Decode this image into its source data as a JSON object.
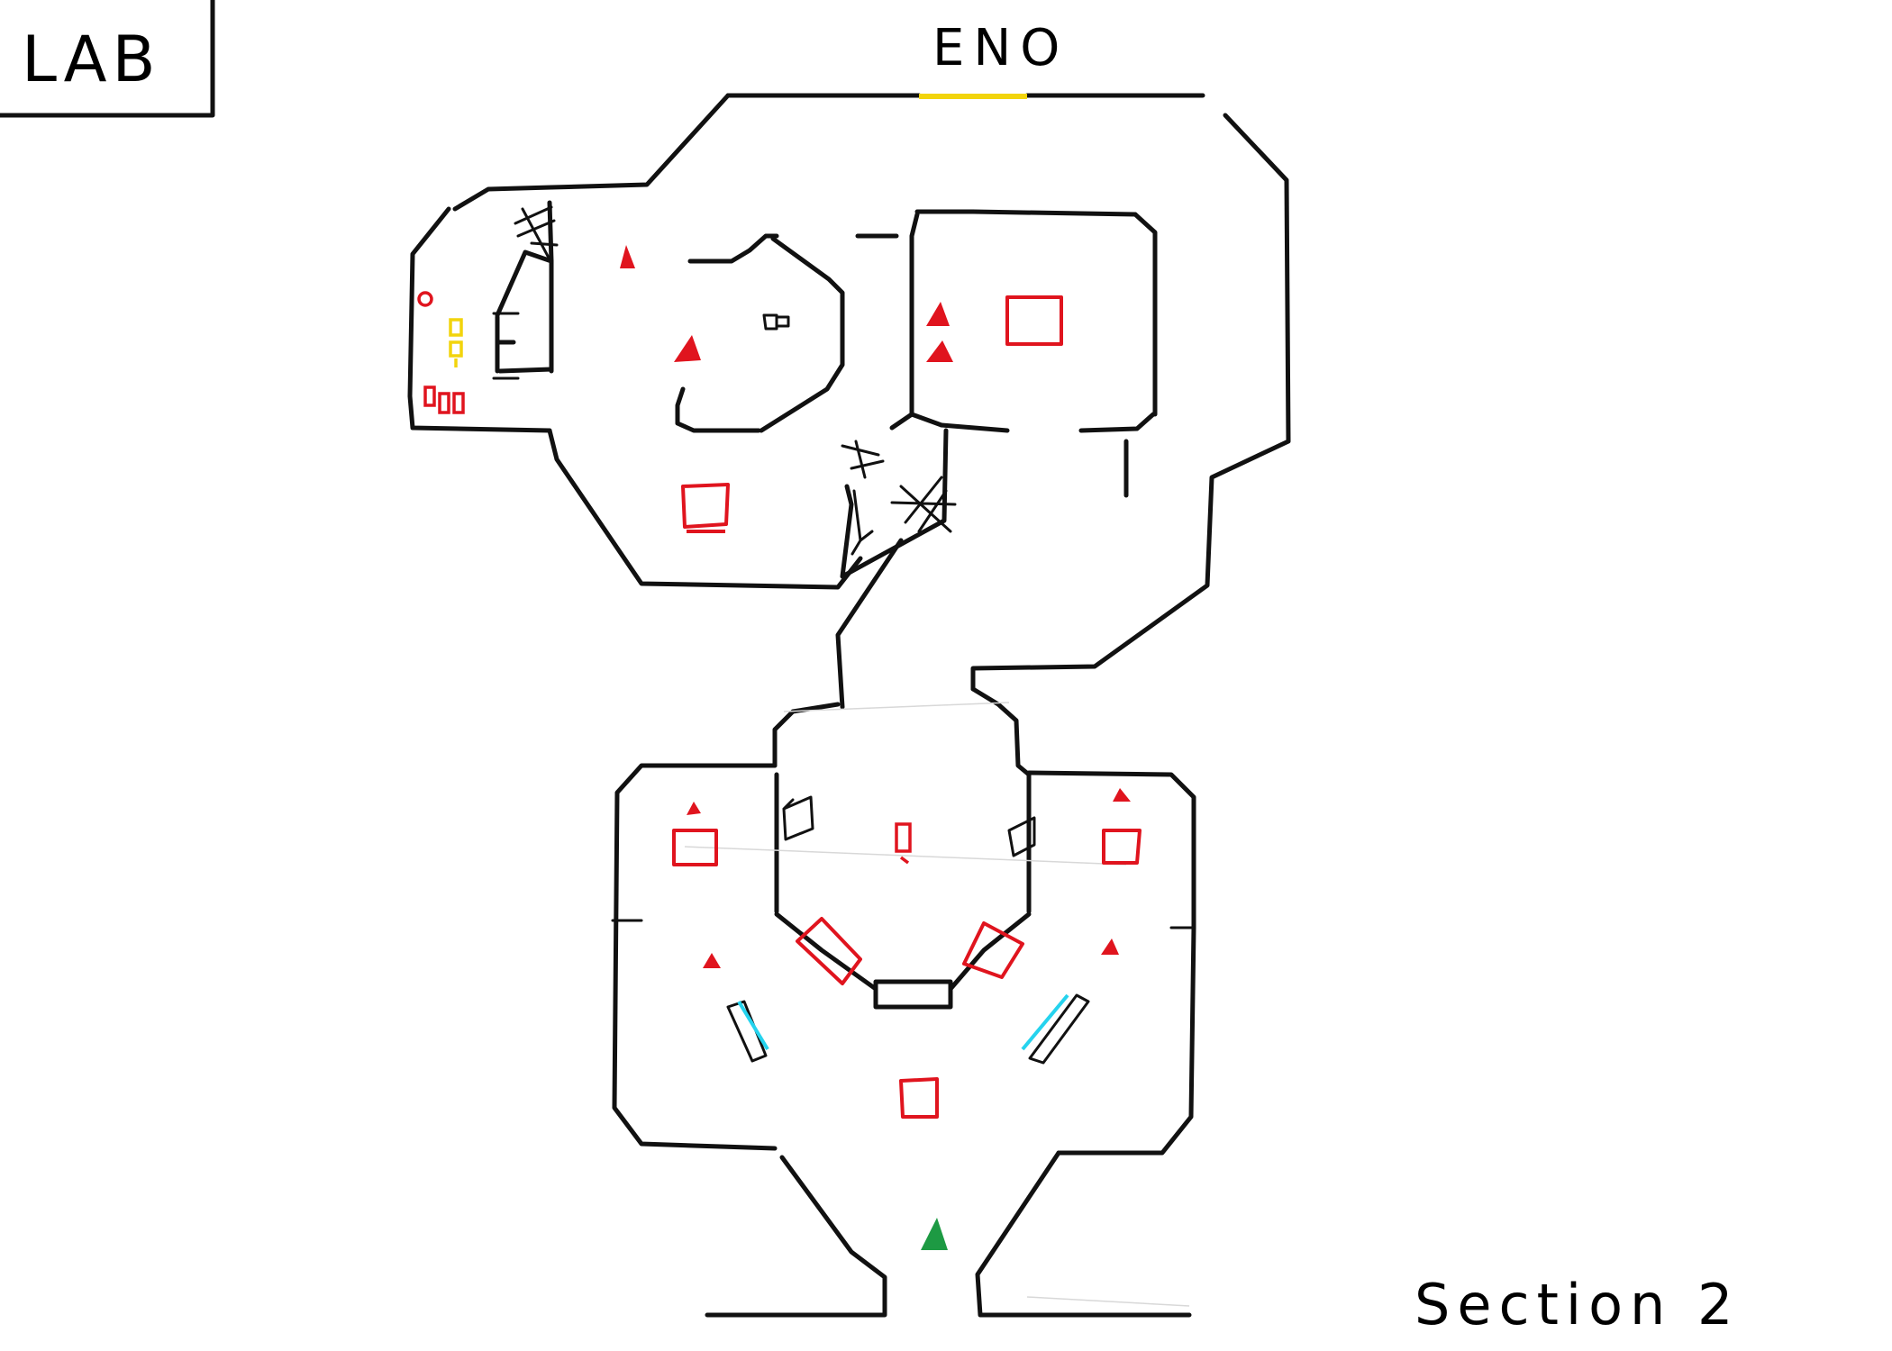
{
  "title": "LAB",
  "exit_label": "ENO",
  "section_label": "Section 2",
  "colors": {
    "wall": "#111111",
    "enemy": "#e0141e",
    "player": "#1d9a43",
    "exit": "#f2d40c",
    "glass": "#25d3ee",
    "crate": "#e0141e",
    "barrel_red": "#e0141e",
    "barrel_yellow": "#f2d40c"
  },
  "legend_icons": {
    "enemy": "red-triangle-icon",
    "player": "green-triangle-icon",
    "crate": "red-box-icon",
    "door": "crossed-door-icon",
    "exit": "yellow-exit-line-icon"
  }
}
